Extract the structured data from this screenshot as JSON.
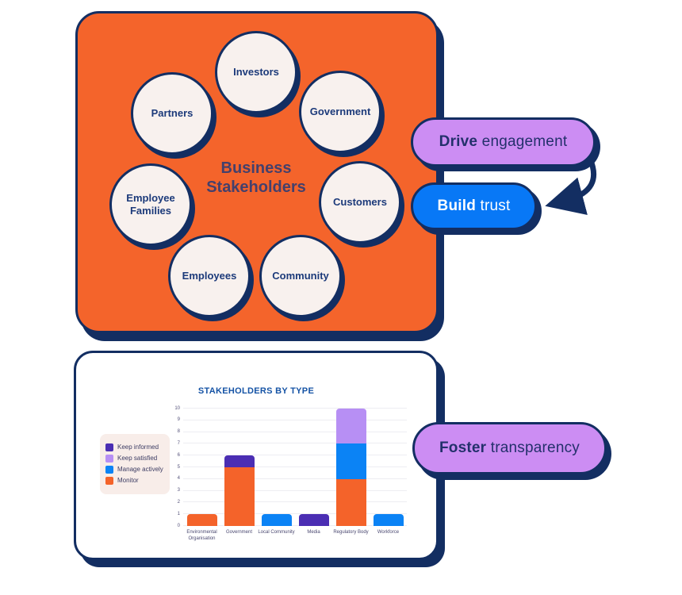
{
  "canvas": {
    "background": "#ffffff",
    "navy": "#132E62",
    "orange": "#F4642B",
    "purple": "#CC8DF3",
    "blue": "#0878F6",
    "circle_fill": "#F8F1EE"
  },
  "diagram": {
    "title_line1": "Business",
    "title_line2": "Stakeholders",
    "nodes": [
      {
        "label": "Investors"
      },
      {
        "label": "Partners"
      },
      {
        "label": "Government"
      },
      {
        "label": "Employee Families"
      },
      {
        "label": "Customers"
      },
      {
        "label": "Employees"
      },
      {
        "label": "Community"
      }
    ]
  },
  "pills": {
    "drive": {
      "bold": "Drive",
      "rest": " engagement",
      "bg": "#CC8DF3",
      "text": "#23306B"
    },
    "build": {
      "bold": "Build",
      "rest": " trust",
      "bg": "#0878F6",
      "text": "#FFFFFF"
    },
    "foster": {
      "bold": "Foster",
      "rest": " transparency",
      "bg": "#CC8DF3",
      "text": "#23306B"
    }
  },
  "chart_data": {
    "type": "bar",
    "stacked": true,
    "title": "STAKEHOLDERS BY TYPE",
    "categories": [
      "Environmental Organisation",
      "Government",
      "Local Community",
      "Media",
      "Regulatory Body",
      "Workforce"
    ],
    "series": [
      {
        "name": "Keep informed",
        "color": "#4B2EB3",
        "values": [
          0,
          1,
          0,
          1,
          0,
          0
        ]
      },
      {
        "name": "Keep satisfied",
        "color": "#B78FF4",
        "values": [
          0,
          0,
          0,
          0,
          3,
          0
        ]
      },
      {
        "name": "Manage actively",
        "color": "#0B83F5",
        "values": [
          0,
          0,
          1,
          0,
          3,
          1
        ]
      },
      {
        "name": "Monitor",
        "color": "#F4632A",
        "values": [
          1,
          5,
          0,
          0,
          4,
          0
        ]
      }
    ],
    "totals": {
      "Environmental Organisation": 1,
      "Government": 6,
      "Local Community": 1,
      "Media": 1,
      "Regulatory Body": 10,
      "Workforce": 1
    },
    "ylim": [
      0,
      10
    ],
    "yticks": [
      0,
      1,
      2,
      3,
      4,
      5,
      6,
      7,
      8,
      9,
      10
    ],
    "xlabel": "",
    "ylabel": "",
    "grid": true,
    "legend_position": "left"
  }
}
